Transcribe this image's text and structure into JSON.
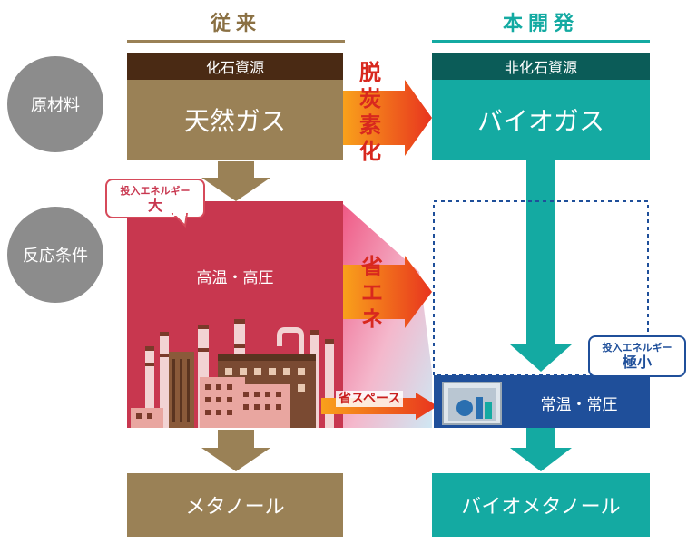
{
  "left_column": {
    "header": "従来",
    "source_label": "化石資源",
    "material": "天然ガス",
    "condition": "高温・高圧",
    "product": "メタノール"
  },
  "right_column": {
    "header": "本開発",
    "source_label": "非化石資源",
    "material": "バイオガス",
    "condition": "常温・常圧",
    "product": "バイオメタノール"
  },
  "row_labels": {
    "raw_material": "原材料",
    "reaction_conditions": "反応条件"
  },
  "arrows": {
    "decarbonize": [
      "脱",
      "炭",
      "素",
      "化"
    ],
    "energy_saving": [
      "省",
      "エ",
      "ネ"
    ],
    "space_saving": "省スペース"
  },
  "energy_bubbles": {
    "left": {
      "caption": "投入エネルギー",
      "value": "大"
    },
    "right": {
      "caption": "投入エネルギー",
      "value": "極小"
    }
  },
  "colors": {
    "brown": "#9a8156",
    "dark_brown": "#4a2a14",
    "teal": "#14aaa2",
    "dark_teal": "#0b5c58",
    "crimson": "#c8374f",
    "blue": "#1f4f9a",
    "gray": "#8c8c8c"
  }
}
